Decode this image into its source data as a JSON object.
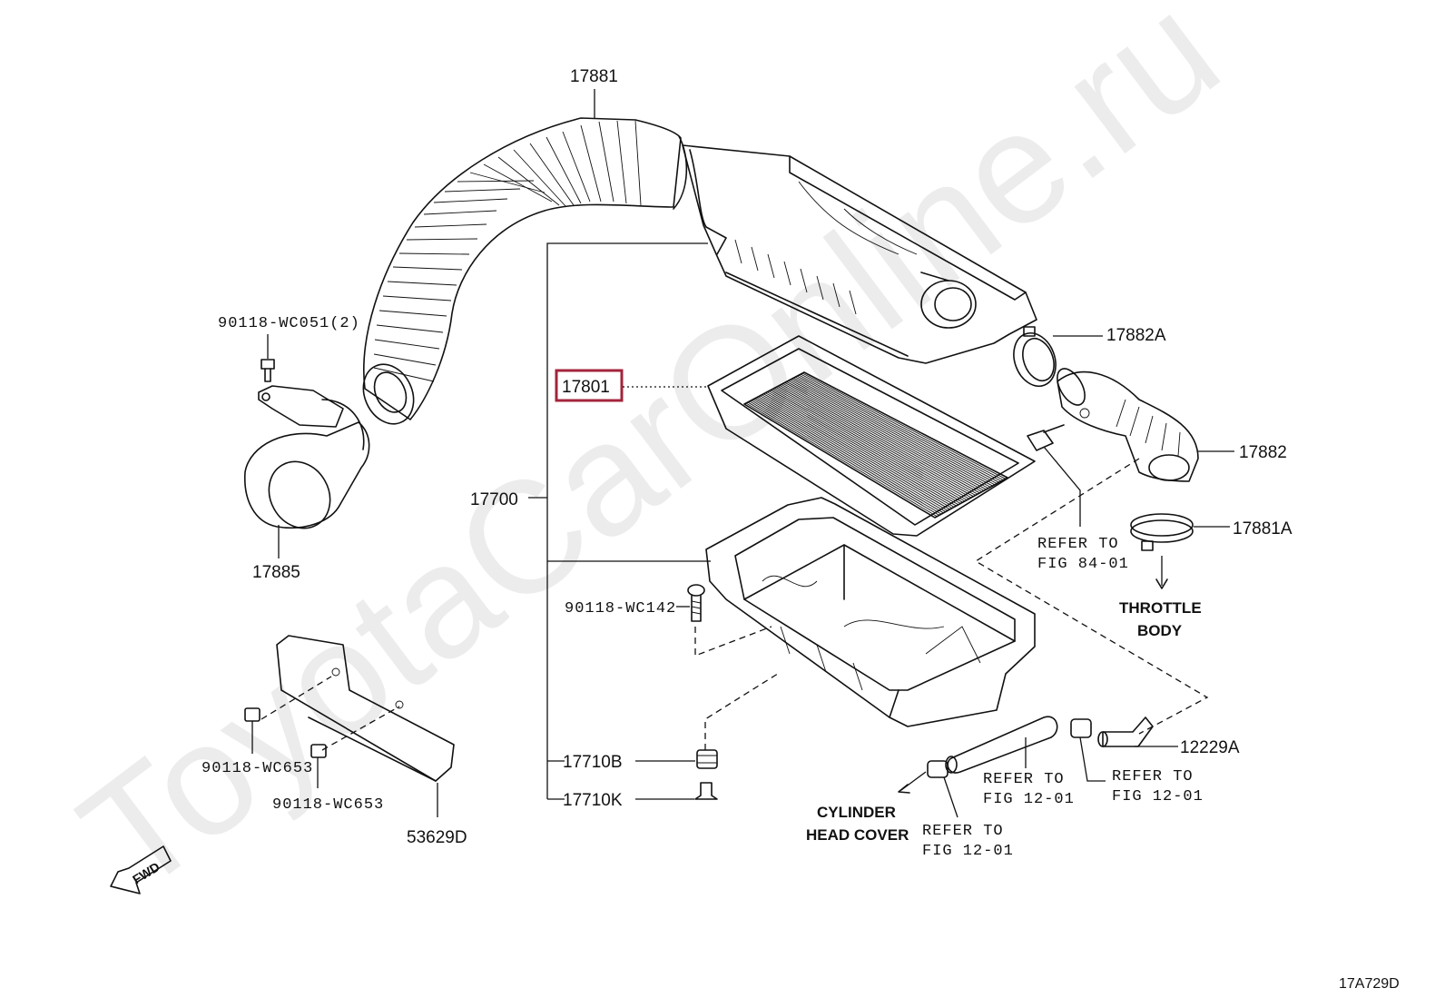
{
  "watermark": "ToyotaCarOnline.ru",
  "diagram_code": "17A729D",
  "fwd_label": "FWD",
  "highlight_color": "#a3243b",
  "labels": {
    "p17881": "17881",
    "p17882a": "17882A",
    "p17801": "17801",
    "p17882": "17882",
    "p17700": "17700",
    "p17881a": "17881A",
    "p90118_wc051": "90118-WC051(2)",
    "p17885": "17885",
    "p90118_wc142": "90118-WC142",
    "p17710b": "17710B",
    "p17710k": "17710K",
    "p12229a": "12229A",
    "p90118_wc653a": "90118-WC653",
    "p90118_wc653b": "90118-WC653",
    "p53629d": "53629D"
  },
  "refs": {
    "fig84_line1": "REFER TO",
    "fig84_line2": "FIG 84-01",
    "fig12a_line1": "REFER TO",
    "fig12a_line2": "FIG 12-01",
    "fig12b_line1": "REFER TO",
    "fig12b_line2": "FIG 12-01",
    "fig12c_line1": "REFER TO",
    "fig12c_line2": "FIG 12-01"
  },
  "destinations": {
    "throttle_line1": "THROTTLE",
    "throttle_line2": "BODY",
    "cyl_line1": "CYLINDER",
    "cyl_line2": "HEAD COVER"
  }
}
